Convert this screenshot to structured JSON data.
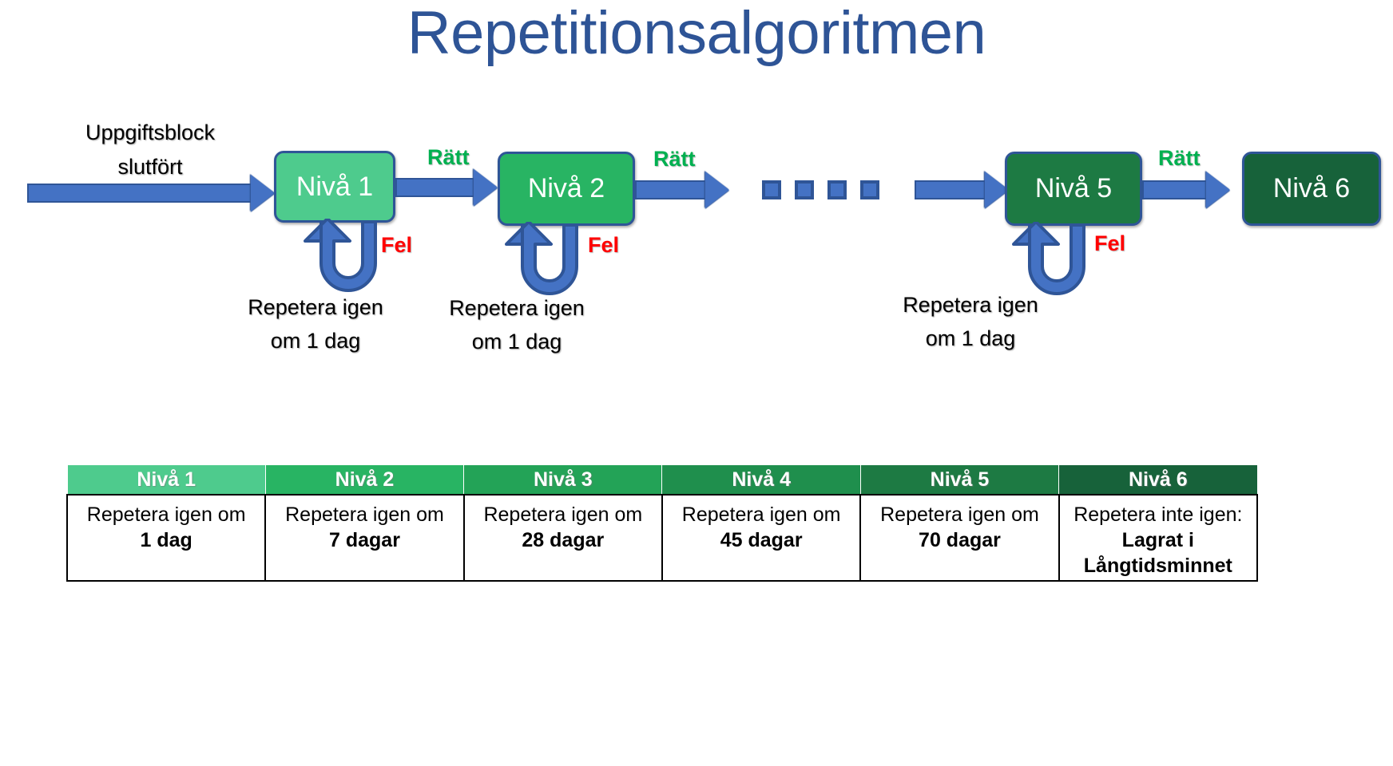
{
  "title": "Repetitionsalgoritmen",
  "colors": {
    "title": "#2e5496",
    "arrow_fill": "#4472c4",
    "arrow_stroke": "#2f5597",
    "ok_label": "#00b050",
    "error_label": "#ff0000",
    "level1": "#4ecb8d",
    "level2": "#28b463",
    "level3": "#23a357",
    "level4": "#1f8f4d",
    "level5": "#1d7a43",
    "level6": "#17623a"
  },
  "diagram": {
    "entry_label_line1": "Uppgiftsblock",
    "entry_label_line2": "slutfört",
    "nodes": [
      {
        "label": "Nivå 1",
        "color": "#4ecb8d"
      },
      {
        "label": "Nivå 2",
        "color": "#28b463"
      },
      {
        "label": "Nivå 5",
        "color": "#1d7a43"
      },
      {
        "label": "Nivå 6",
        "color": "#17623a"
      }
    ],
    "ok_labels": [
      "Rätt",
      "Rätt",
      "Rätt"
    ],
    "error_labels": [
      "Fel",
      "Fel",
      "Fel"
    ],
    "captions": [
      {
        "line1": "Repetera igen",
        "line2": "om 1 dag"
      },
      {
        "line1": "Repetera igen",
        "line2": "om 1 dag"
      },
      {
        "line1": "Repetera igen",
        "line2": "om 1 dag"
      }
    ],
    "ellipsis_square_count": 4
  },
  "table": {
    "headers": [
      {
        "label": "Nivå 1",
        "color": "#4ecb8d"
      },
      {
        "label": "Nivå 2",
        "color": "#28b463"
      },
      {
        "label": "Nivå 3",
        "color": "#23a357"
      },
      {
        "label": "Nivå 4",
        "color": "#1f8f4d"
      },
      {
        "label": "Nivå 5",
        "color": "#1d7a43"
      },
      {
        "label": "Nivå 6",
        "color": "#17623a"
      }
    ],
    "cells": [
      {
        "lead": "Repetera igen om",
        "strong": "1 dag",
        "strong2": ""
      },
      {
        "lead": "Repetera igen om",
        "strong": "7 dagar",
        "strong2": ""
      },
      {
        "lead": "Repetera igen om",
        "strong": "28 dagar",
        "strong2": ""
      },
      {
        "lead": "Repetera igen om",
        "strong": "45 dagar",
        "strong2": ""
      },
      {
        "lead": "Repetera igen om",
        "strong": "70 dagar",
        "strong2": ""
      },
      {
        "lead": "Repetera inte igen:",
        "strong": "Lagrat i",
        "strong2": "Långtidsminnet"
      }
    ]
  }
}
